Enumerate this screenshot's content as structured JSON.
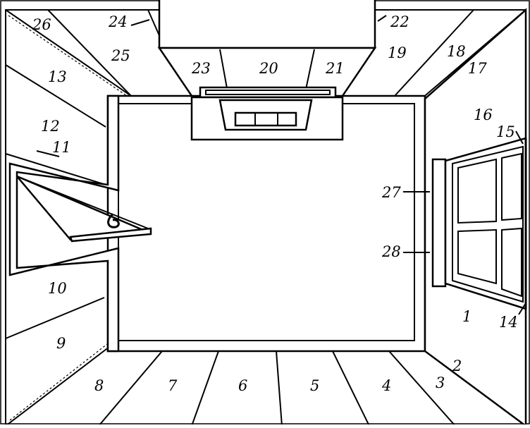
{
  "diagram": {
    "labels": {
      "n1": "1",
      "n2": "2",
      "n3": "3",
      "n4": "4",
      "n5": "5",
      "n6": "6",
      "n7": "7",
      "n8": "8",
      "n9": "9",
      "n10": "10",
      "n11": "11",
      "n12": "12",
      "n13": "13",
      "n14": "14",
      "n15": "15",
      "n16": "16",
      "n17": "17",
      "n18": "18",
      "n19": "19",
      "n20": "20",
      "n21": "21",
      "n22": "22",
      "n23": "23",
      "n24": "24",
      "n25": "25",
      "n26": "26",
      "n27": "27",
      "n28": "28"
    }
  }
}
